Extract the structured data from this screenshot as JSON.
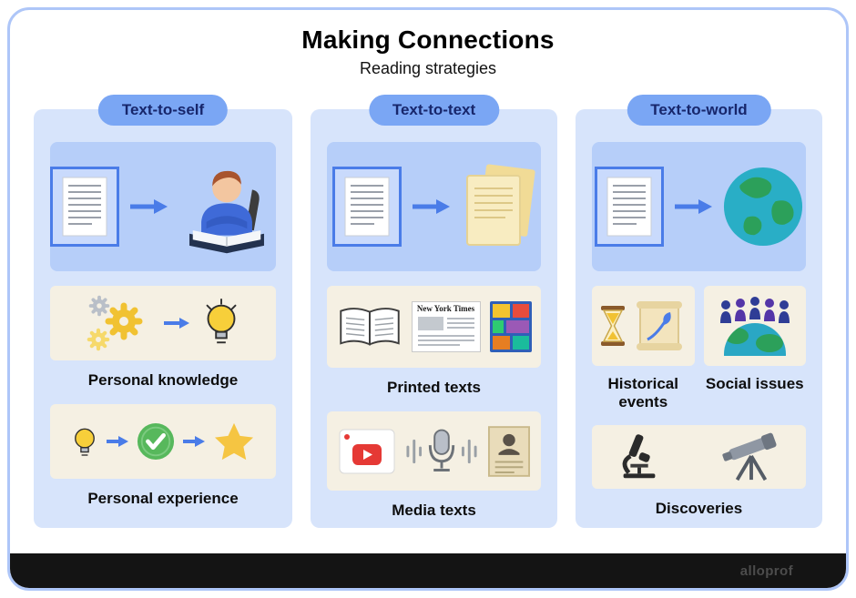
{
  "header": {
    "title": "Making Connections",
    "subtitle": "Reading strategies"
  },
  "columns": [
    {
      "pill": "Text-to-self",
      "labels": {
        "first": "Personal knowledge",
        "second": "Personal experience"
      }
    },
    {
      "pill": "Text-to-text",
      "newspaper_title": "New York Times",
      "labels": {
        "first": "Printed texts",
        "second": "Media texts"
      }
    },
    {
      "pill": "Text-to-world",
      "labels": {
        "first": "Historical events",
        "second": "Social issues",
        "third": "Discoveries"
      }
    }
  ],
  "footer": {
    "brand": "alloprof"
  },
  "colors": {
    "card_border": "#aec6f8",
    "pill_bg": "#7aa6f4",
    "pill_text": "#17266b",
    "panel_bg": "#d7e4fb",
    "illustration_bg": "#b6cef9",
    "cream_bg": "#f5f0e3",
    "arrow": "#4a7ce8",
    "footer_bg": "#141414"
  }
}
